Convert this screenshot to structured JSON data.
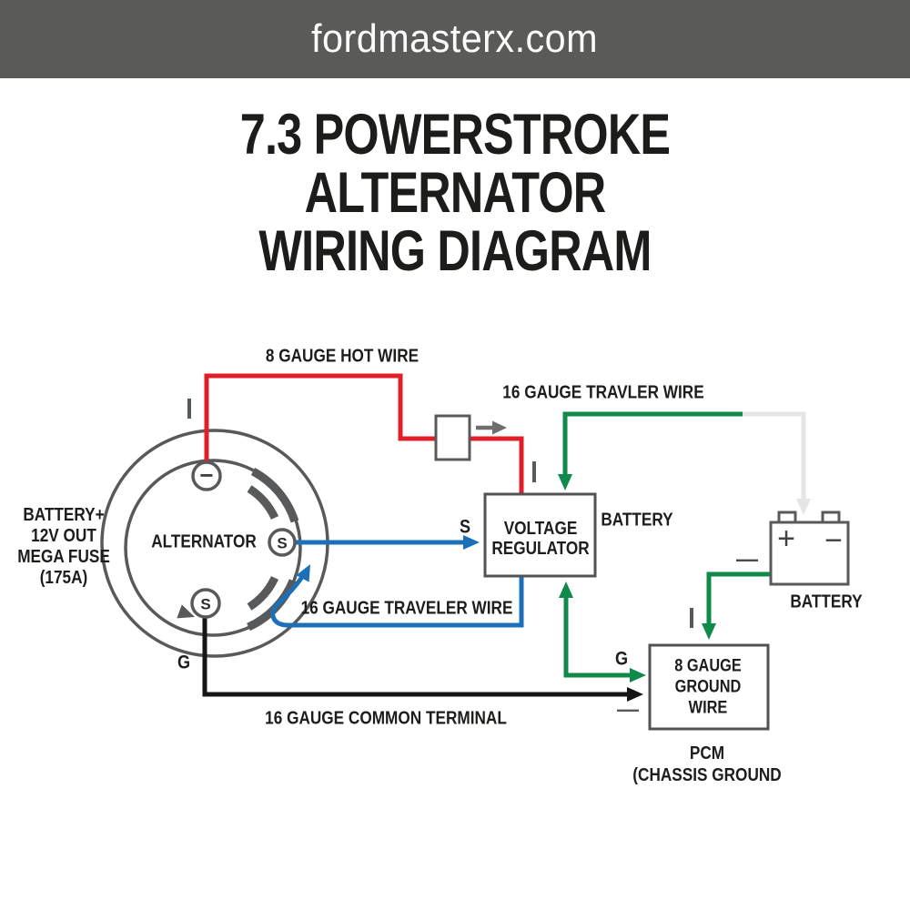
{
  "banner": {
    "site_url": "fordmasterx.com"
  },
  "title": {
    "line1": "7.3 POWERSTROKE ALTERNATOR",
    "line2": "WIRING DIAGRAM"
  },
  "colors": {
    "banner_bg": "#5a5a59",
    "hot_wire_red": "#e01f28",
    "traveler_green": "#108a4a",
    "traveler_blue": "#1c70b8",
    "ground_black": "#161616",
    "outline_gray": "#58595b",
    "faded_wire_gray": "#e4e6e4"
  },
  "diagram": {
    "left_note": {
      "line1": "BATTERY+",
      "line2": "12V OUT",
      "line3": "MEGA FUSE",
      "line4": "(175A)"
    },
    "alternator": {
      "label": "ALTERNATOR",
      "terminal_top": "−",
      "terminal_right": "S",
      "terminal_bottom": "S",
      "ground_pin": "G"
    },
    "wires": {
      "hot": "8 GAUGE HOT WIRE",
      "travler": "16 GAUGE TRAVLER WIRE",
      "traveler": "16 GAUGE TRAVELER WIRE",
      "common": "16 GAUGE COMMON TERMINAL"
    },
    "regulator": {
      "line1": "VOLTAGE",
      "line2": "REGULATOR",
      "s_pin": "S",
      "battery_label": "BATTERY"
    },
    "battery": {
      "label": "BATTERY",
      "plus": "+",
      "minus": "−",
      "neg_dash": "—"
    },
    "ground_box": {
      "line1": "8 GAUGE",
      "line2": "GROUND",
      "line3": "WIRE",
      "g_pin": "G",
      "dash": "—"
    },
    "pcm": {
      "line1": "PCM",
      "line2": "(CHASSIS GROUND"
    }
  }
}
